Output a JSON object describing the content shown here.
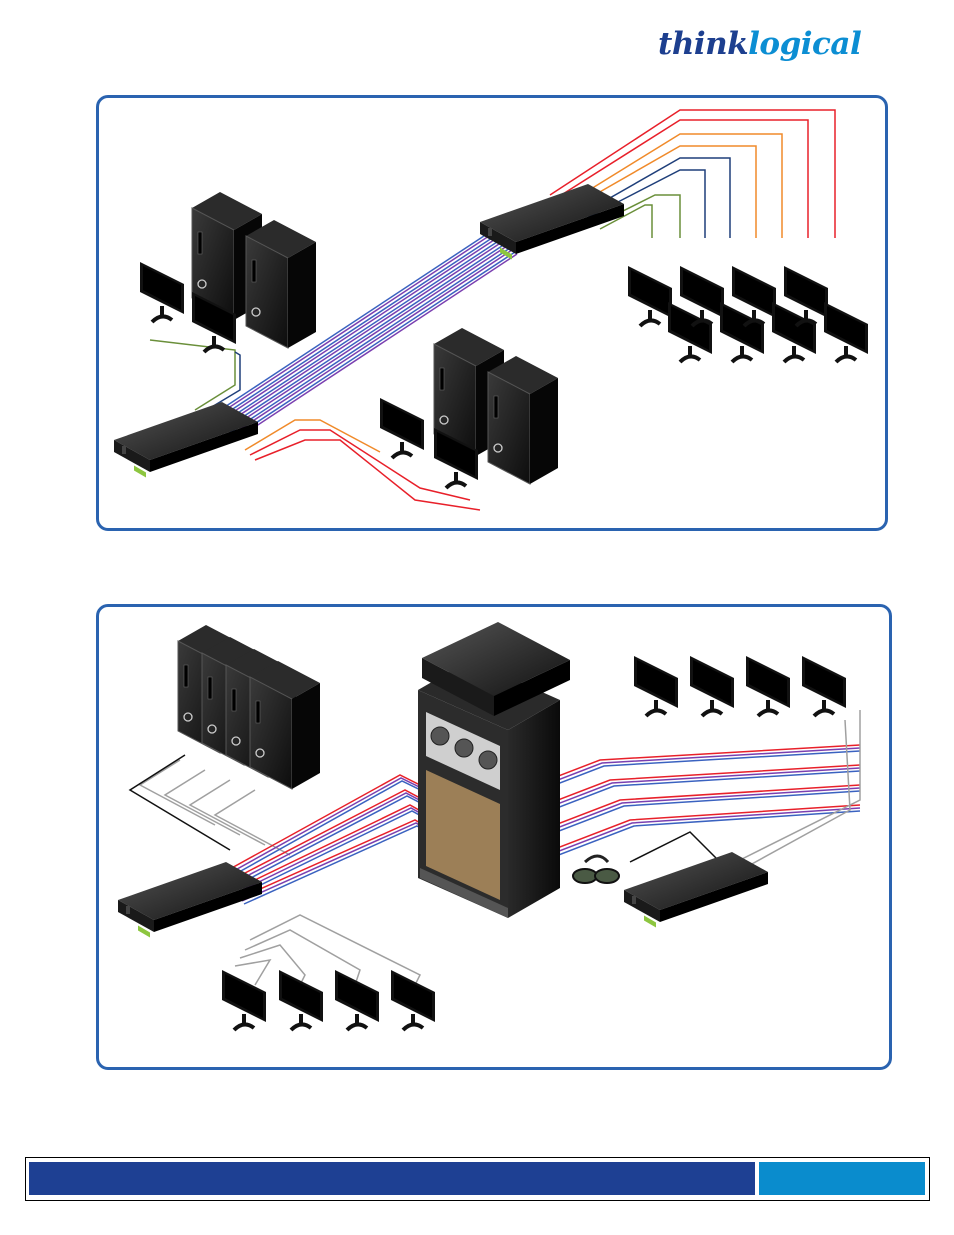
{
  "header": {
    "logo_part1": "think",
    "logo_part2": "logical",
    "logo_colors": {
      "think": "#1d3f8f",
      "logical": "#0c8ed3"
    }
  },
  "diagrams": [
    {
      "id": "top-diagram",
      "border_color": "#2a63b0",
      "devices": [
        {
          "type": "extender-chassis",
          "role": "transmitter-rack-left"
        },
        {
          "type": "extender-chassis",
          "role": "receiver-rack-top-right"
        },
        {
          "type": "tower-computer",
          "count": 2,
          "group": "left"
        },
        {
          "type": "tower-computer",
          "count": 2,
          "group": "center"
        },
        {
          "type": "monitor",
          "colors": [
            "green",
            "blue"
          ],
          "group": "left"
        },
        {
          "type": "monitor",
          "colors": [
            "orange",
            "red"
          ],
          "group": "center"
        },
        {
          "type": "monitor",
          "colors": [
            "green",
            "green",
            "blue",
            "blue",
            "orange",
            "orange",
            "red",
            "red"
          ],
          "group": "right"
        }
      ],
      "link_colors": {
        "green": "#6a8f3a",
        "blue": "#1f3f7a",
        "orange": "#f08a2a",
        "red": "#e8202a",
        "purple": "#7a3fb0",
        "fiber_blue": "#3a62c0"
      }
    },
    {
      "id": "bottom-diagram",
      "border_color": "#2a63b0",
      "devices": [
        {
          "type": "tower-computer",
          "count": 4,
          "group": "left"
        },
        {
          "type": "extender-chassis",
          "role": "transmitter-left"
        },
        {
          "type": "matrix-switch",
          "role": "center-router"
        },
        {
          "type": "extender-chassis",
          "role": "router-top-module"
        },
        {
          "type": "extender-chassis",
          "role": "receiver-right"
        },
        {
          "type": "3d-glasses",
          "count": 1
        },
        {
          "type": "monitor",
          "count": 4,
          "group": "bottom-left",
          "color": "blue"
        },
        {
          "type": "monitor",
          "count": 4,
          "group": "top-right",
          "color": "blue"
        }
      ],
      "link_colors": {
        "gray": "#a0a0a0",
        "red": "#e8202a",
        "purple": "#7a3fb0",
        "blue": "#3a62c0",
        "black": "#111111"
      }
    }
  ],
  "footer": {
    "left_color": "#1e4093",
    "right_color": "#0a8ccd"
  }
}
